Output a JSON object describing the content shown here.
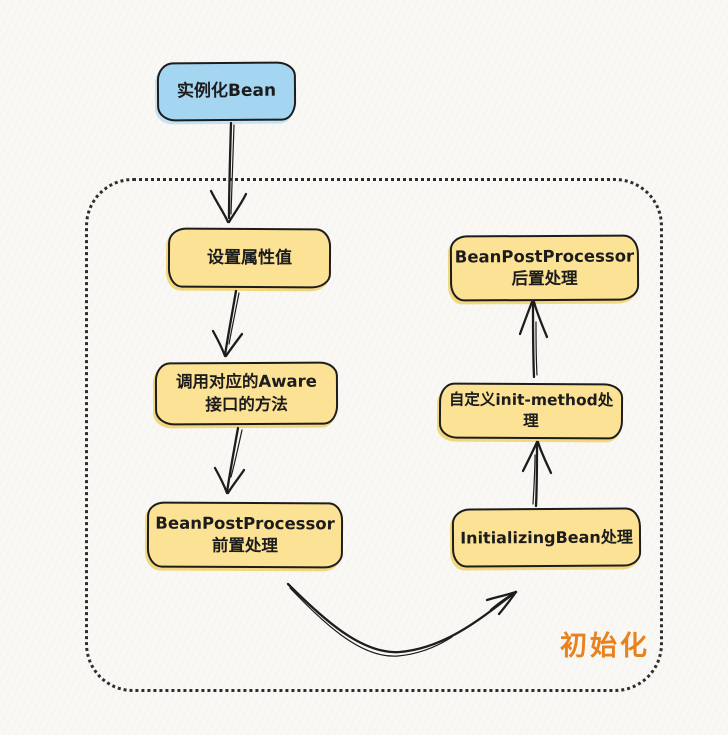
{
  "colors": {
    "background": "#f9f8f4",
    "node_border": "#1d1d1d",
    "blue_fill": "#a4d6f2",
    "yellow_fill": "#fce294",
    "group_label_orange": "#e8821e",
    "arrow_black": "#1d1d1d"
  },
  "nodes": {
    "instantiate_bean": {
      "label": "实例化Bean"
    },
    "set_property_values": {
      "label": "设置属性值"
    },
    "aware_methods": {
      "label": "调用对应的Aware\n接口的方法"
    },
    "bean_post_processor_before": {
      "label": "BeanPostProcessor\n前置处理"
    },
    "initializing_bean": {
      "label": "InitializingBean处理"
    },
    "custom_init_method": {
      "label": "自定义init-method处理"
    },
    "bean_post_processor_after": {
      "label": "BeanPostProcessor\n后置处理"
    }
  },
  "group": {
    "label": "初始化"
  }
}
